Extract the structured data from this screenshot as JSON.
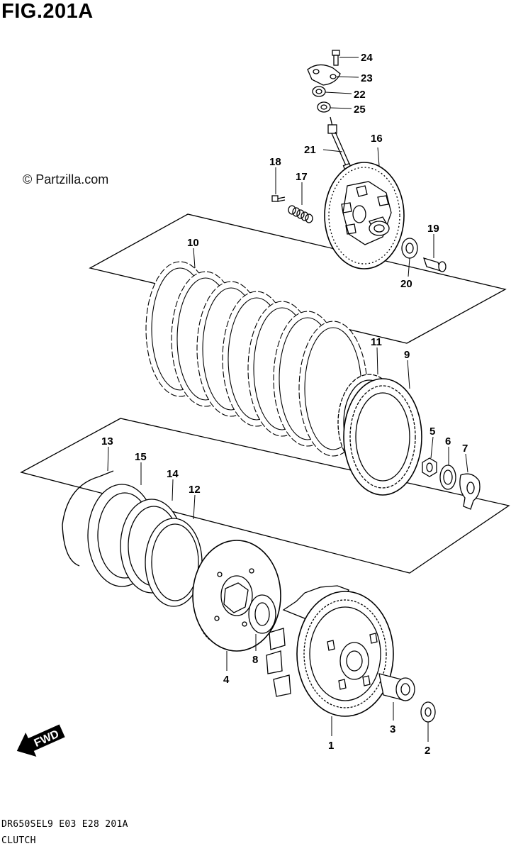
{
  "header": {
    "figure_title": "FIG.201A"
  },
  "watermark": "© Partzilla.com",
  "footer": {
    "code": "DR650SEL9 E03 E28 201A",
    "diagram_name": "CLUTCH"
  },
  "direction_marker": {
    "label": "FWD"
  },
  "callouts": {
    "c1": "1",
    "c2": "2",
    "c3": "3",
    "c4": "4",
    "c5": "5",
    "c6": "6",
    "c7": "7",
    "c8": "8",
    "c9": "9",
    "c10": "10",
    "c11": "11",
    "c12": "12",
    "c13": "13",
    "c14": "14",
    "c15": "15",
    "c16": "16",
    "c17": "17",
    "c18": "18",
    "c19": "19",
    "c20": "20",
    "c21": "21",
    "c22": "22",
    "c23": "23",
    "c24": "24",
    "c25": "25"
  }
}
